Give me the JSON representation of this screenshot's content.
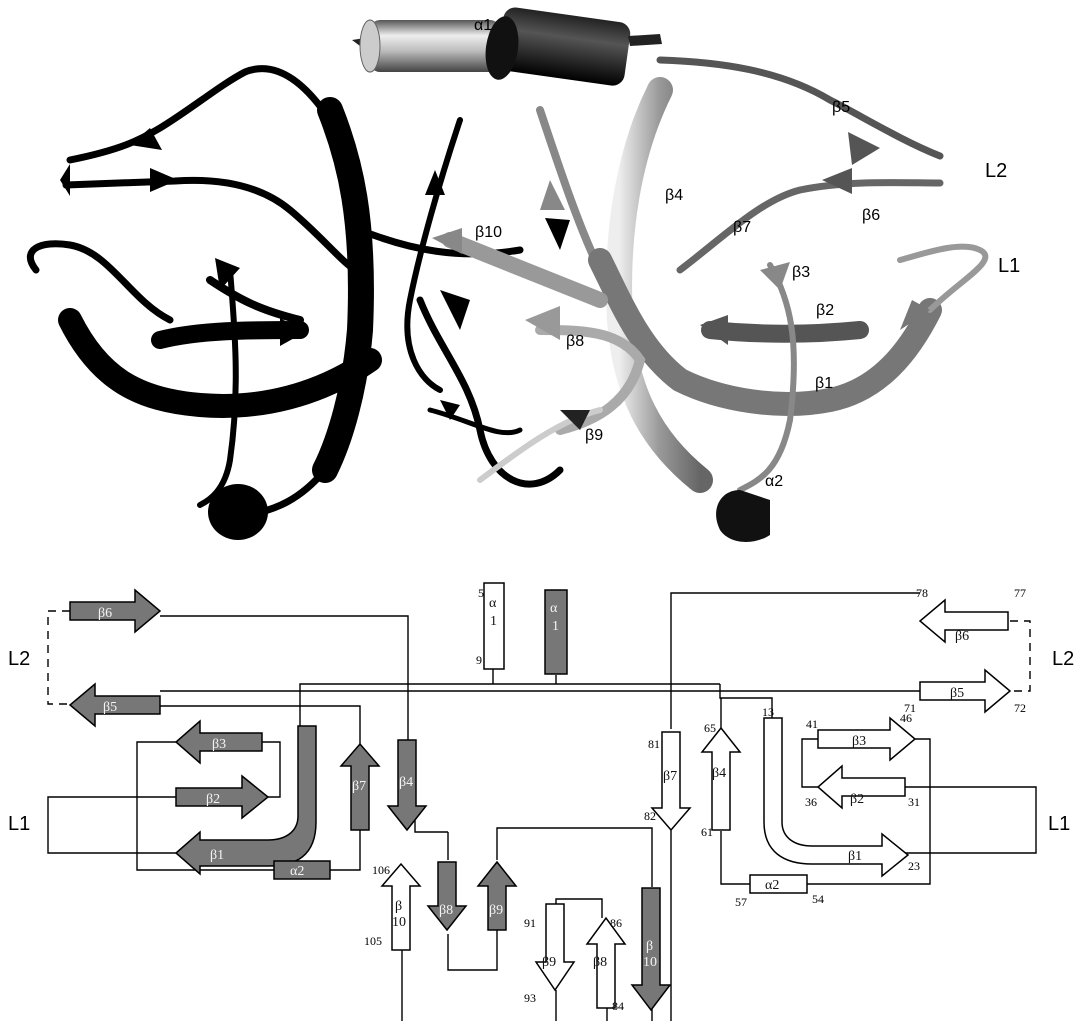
{
  "ribbon_labels": {
    "a1": "α1",
    "a2": "α2",
    "b1": "β1",
    "b2": "β2",
    "b3": "β3",
    "b4": "β4",
    "b5": "β5",
    "b6": "β6",
    "b7": "β7",
    "b8": "β8",
    "b9": "β9",
    "b10": "β10",
    "l1": "L1",
    "l2": "L2"
  },
  "topology": {
    "loop_l1": "L1",
    "loop_l2": "L2",
    "gray_subunit": {
      "b6": "β6",
      "b5": "β5",
      "b3": "β3",
      "b2": "β2",
      "b1": "β1",
      "b7": "β7",
      "b4": "β4",
      "a2": "α2",
      "b8": "β8",
      "b9": "β9",
      "b10_top": "β",
      "b10_bot": "10",
      "a1_top": "α",
      "a1_bot": "1"
    },
    "white_subunit": {
      "b6": "β6",
      "b5": "β5",
      "b3": "β3",
      "b2": "β2",
      "b1": "β1",
      "b7": "β7",
      "b4": "β4",
      "a2": "α2",
      "b8": "β8",
      "b9": "β9",
      "b10_top": "β",
      "b10_bot": "10",
      "a1_top": "α",
      "a1_bot": "1"
    },
    "residues": {
      "n5": "5",
      "n9": "9",
      "n78": "78",
      "n77": "77",
      "n71": "71",
      "n72": "72",
      "n13": "13",
      "n41": "41",
      "n46": "46",
      "n65": "65",
      "n81": "81",
      "n82": "82",
      "n36": "36",
      "n31": "31",
      "n61": "61",
      "n23": "23",
      "n57": "57",
      "n54": "54",
      "n106": "106",
      "n105": "105",
      "n91": "91",
      "n86": "86",
      "n93": "93",
      "n84": "84"
    }
  }
}
